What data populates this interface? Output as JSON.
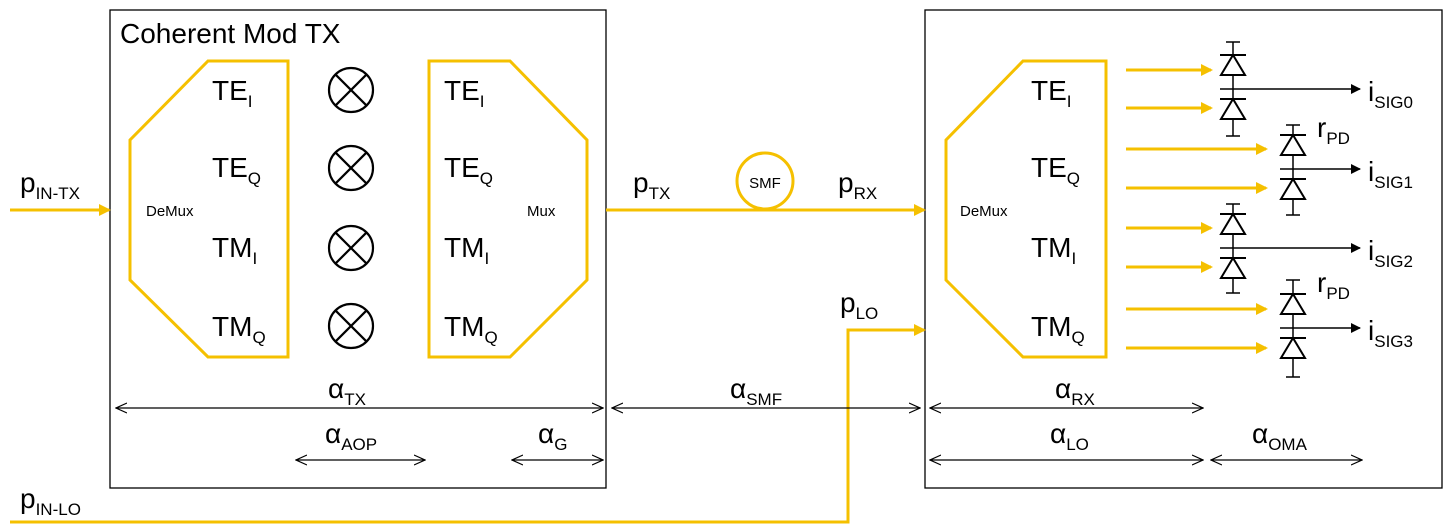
{
  "colors": {
    "optical": "#f5c000",
    "outline": "#000000",
    "background": "#ffffff"
  },
  "tx": {
    "title": "Coherent Mod TX",
    "demux_label": "DeMux",
    "mux_label": "Mux",
    "channels": [
      {
        "base": "TE",
        "sub": "I"
      },
      {
        "base": "TE",
        "sub": "Q"
      },
      {
        "base": "TM",
        "sub": "I"
      },
      {
        "base": "TM",
        "sub": "Q"
      }
    ],
    "modulator_icon": "circled-x-icon"
  },
  "link": {
    "p_in_tx": {
      "base": "p",
      "sub": "IN-TX"
    },
    "p_tx": {
      "base": "p",
      "sub": "TX"
    },
    "p_rx": {
      "base": "p",
      "sub": "RX"
    },
    "p_lo": {
      "base": "p",
      "sub": "LO"
    },
    "p_in_lo": {
      "base": "p",
      "sub": "IN-LO"
    },
    "smf_label": "SMF"
  },
  "rx": {
    "demux_label": "DeMux",
    "outputs": [
      {
        "base": "i",
        "sub": "SIG0"
      },
      {
        "base": "i",
        "sub": "SIG1"
      },
      {
        "base": "i",
        "sub": "SIG2"
      },
      {
        "base": "i",
        "sub": "SIG3"
      }
    ],
    "r_pd": {
      "base": "r",
      "sub": "PD"
    }
  },
  "alphas": {
    "tx": {
      "base": "α",
      "sub": "TX"
    },
    "aop": {
      "base": "α",
      "sub": "AOP"
    },
    "g": {
      "base": "α",
      "sub": "G"
    },
    "smf": {
      "base": "α",
      "sub": "SMF"
    },
    "rx": {
      "base": "α",
      "sub": "RX"
    },
    "lo": {
      "base": "α",
      "sub": "LO"
    },
    "oma": {
      "base": "α",
      "sub": "OMA"
    }
  }
}
